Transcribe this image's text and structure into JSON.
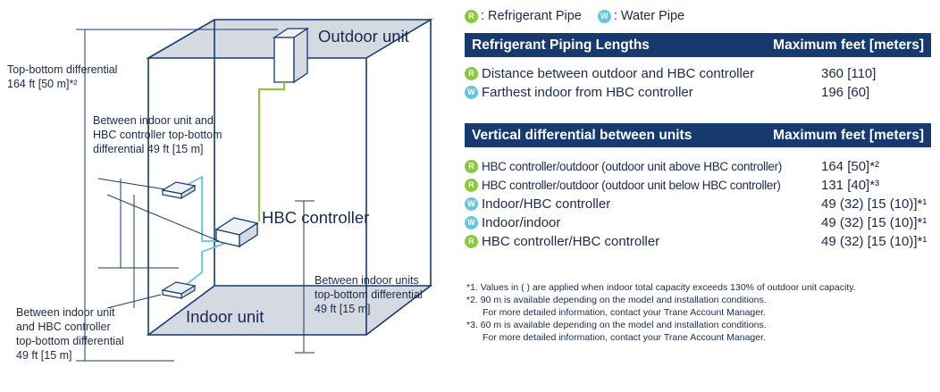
{
  "diagram": {
    "labels": {
      "outdoor_unit": "Outdoor unit",
      "hbc_controller": "HBC controller",
      "indoor_unit": "Indoor unit",
      "top_bottom_diff_1": "Top-bottom differential",
      "top_bottom_diff_2": "164 ft [50 m]*²",
      "hbc_diff_1": "Between indoor unit and",
      "hbc_diff_2": "HBC controller top-bottom",
      "hbc_diff_3": "differential 49 ft [15 m]",
      "indoor_units_diff_1": "Between indoor units",
      "indoor_units_diff_2": "top-bottom differential",
      "indoor_units_diff_3": "49 ft [15 m]",
      "lower_diff_1": "Between indoor unit",
      "lower_diff_2": "and HBC controller",
      "lower_diff_3": "top-bottom differential",
      "lower_diff_4": "49 ft [15 m]"
    },
    "colors": {
      "building": "#173a6e",
      "plane_fill": "#d4d9e2",
      "refrigerant_pipe": "#8dc63f",
      "water_pipe": "#67c5de"
    }
  },
  "legend": {
    "r_symbol": "R",
    "w_symbol": "W",
    "refrigerant": ": Refrigerant Pipe",
    "water": ": Water Pipe"
  },
  "piping_table": {
    "header_left": "Refrigerant Piping Lengths",
    "header_right": "Maximum feet [meters]",
    "rows": [
      {
        "pipe": "R",
        "label": "Distance between outdoor and HBC controller",
        "value": "360 [110]"
      },
      {
        "pipe": "W",
        "label": "Farthest indoor from HBC controller",
        "value": "196 [60]"
      }
    ]
  },
  "vertical_table": {
    "header_left": "Vertical differential between units",
    "header_right": "Maximum feet [meters]",
    "rows": [
      {
        "pipe": "R",
        "label": "HBC controller/outdoor (outdoor unit above HBC controller)",
        "value": "164 [50]*²"
      },
      {
        "pipe": "R",
        "label": "HBC controller/outdoor (outdoor unit below HBC controller)",
        "value": "131 [40]*³"
      },
      {
        "pipe": "W",
        "label": "Indoor/HBC controller",
        "value": "49 (32) [15 (10)]*¹"
      },
      {
        "pipe": "W",
        "label": "Indoor/indoor",
        "value": "49 (32) [15 (10)]*¹"
      },
      {
        "pipe": "R",
        "label": "HBC controller/HBC controller",
        "value": "49 (32) [15 (10)]*¹"
      }
    ]
  },
  "notes": {
    "n1": "*1. Values in ( ) are applied when indoor total capacity exceeds 130% of outdoor unit capacity.",
    "n2": "*2. 90 m is available depending on the model and installation conditions.",
    "n2b": "For more detailed information, contact your Trane Account Manager.",
    "n3": "*3. 60 m is available depending on the model and installation conditions.",
    "n3b": "For more detailed information, contact your Trane Account Manager."
  }
}
